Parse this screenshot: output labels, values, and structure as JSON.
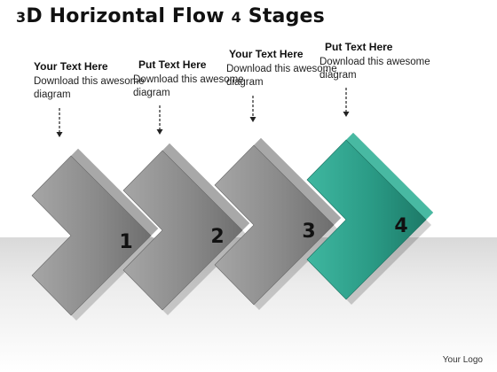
{
  "title": {
    "num1": "3",
    "text1": "D Horizontal Flow ",
    "num2": "4",
    "text2": " Stages"
  },
  "stages": [
    {
      "heading": "Your Text Here",
      "body": "Download this awesome diagram",
      "number": "1",
      "color": "#8c8c8c"
    },
    {
      "heading": "Put Text Here",
      "body": "Download this awesome diagram",
      "number": "2",
      "color": "#8c8c8c"
    },
    {
      "heading": "Your Text Here",
      "body": "Download this awesome diagram",
      "number": "3",
      "color": "#8c8c8c"
    },
    {
      "heading": "Put Text Here",
      "body": "Download this awesome diagram",
      "number": "4",
      "color": "#2fa08c"
    }
  ],
  "logo": "Your Logo"
}
